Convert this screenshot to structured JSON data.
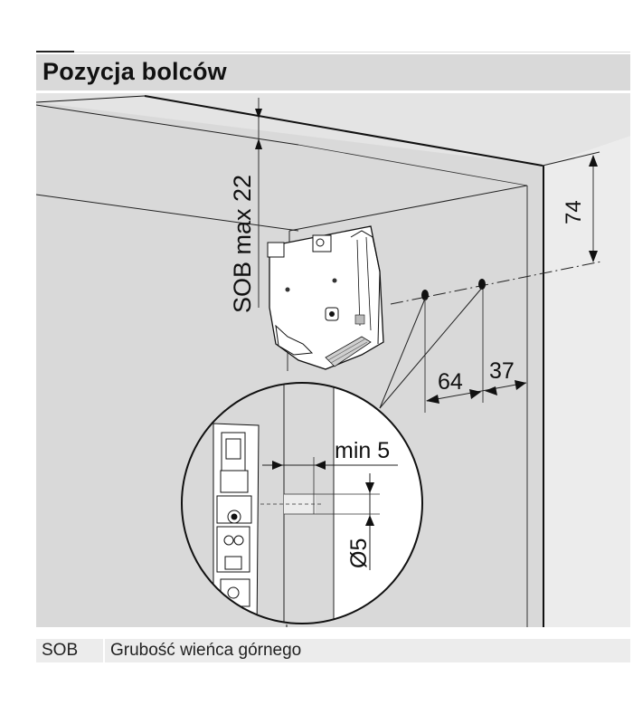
{
  "header": {
    "title": "Pozycja bolców"
  },
  "diagram": {
    "dimensions": {
      "sob_max": "SOB max 22",
      "height_74": "74",
      "spacing_64": "64",
      "spacing_37": "37",
      "min_5": "min 5",
      "diameter": "Ø5"
    },
    "colors": {
      "background": "#d9d9d9",
      "light_panel": "#ececec",
      "detail_circle": "#ffffff",
      "line": "#111111"
    }
  },
  "legend": {
    "rows": [
      {
        "key": "SOB",
        "value": "Grubość wieńca górnego"
      }
    ]
  }
}
